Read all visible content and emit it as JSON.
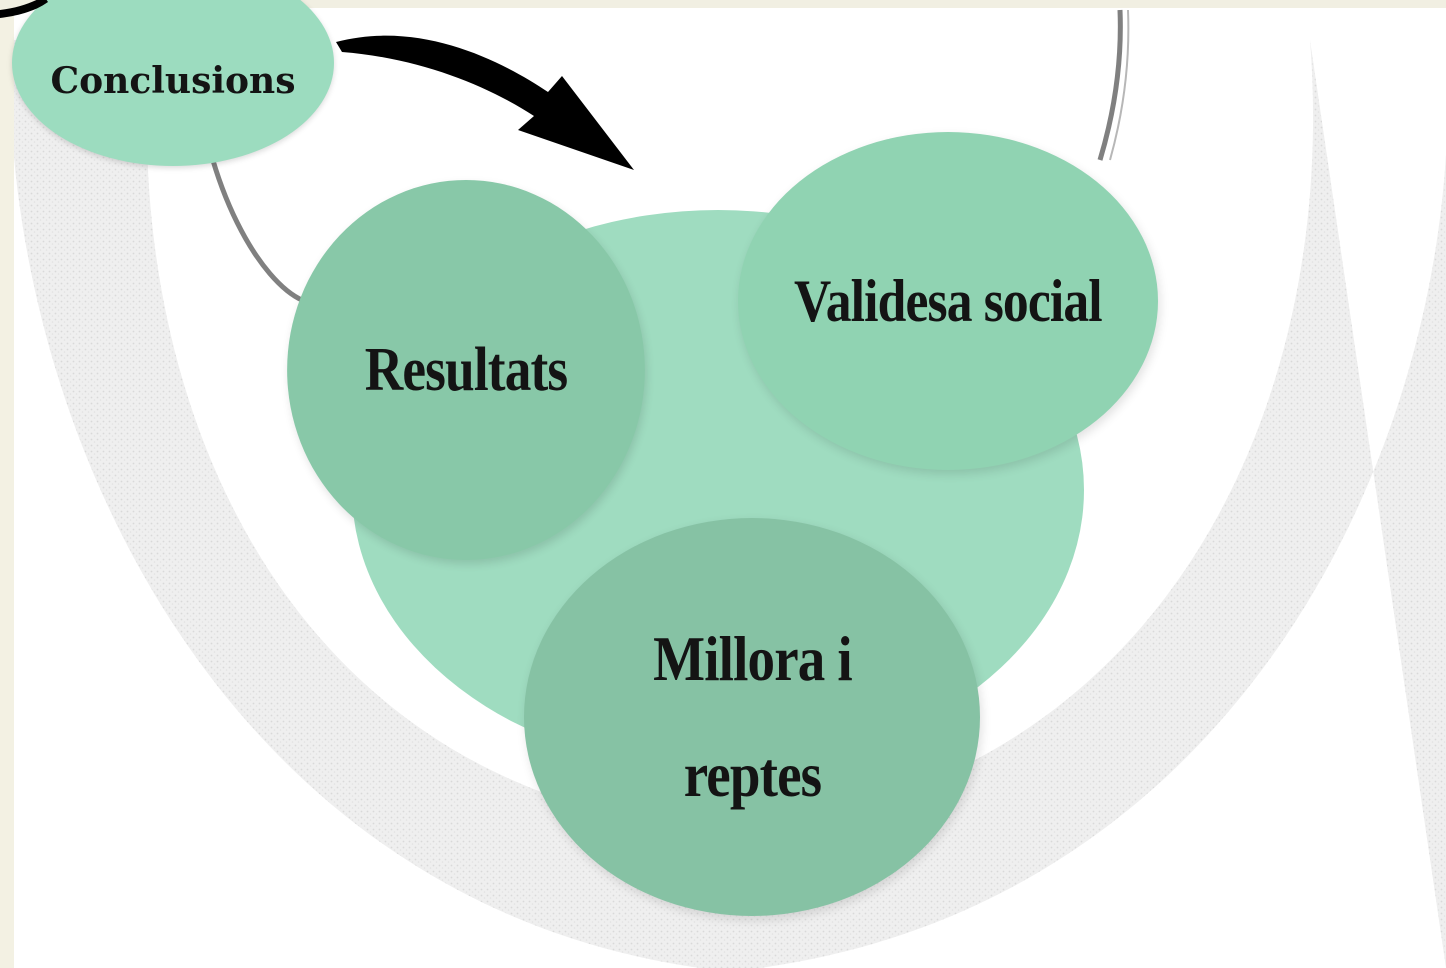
{
  "diagram": {
    "top_node": {
      "label": "Conclusions"
    },
    "nodes": [
      {
        "id": "resultats",
        "label": "Resultats"
      },
      {
        "id": "validesa",
        "label": "Validesa social"
      },
      {
        "id": "millora",
        "label": "Millora i\nreptes"
      }
    ]
  },
  "colors": {
    "big_circle": "#9fdcc0",
    "resultats": "#88c8a8",
    "validesa": "#90d3b2",
    "millora": "#86c2a4",
    "conclusions": "#9cdcbf",
    "arrow": "#000000",
    "ring": "#e2e2e2"
  }
}
